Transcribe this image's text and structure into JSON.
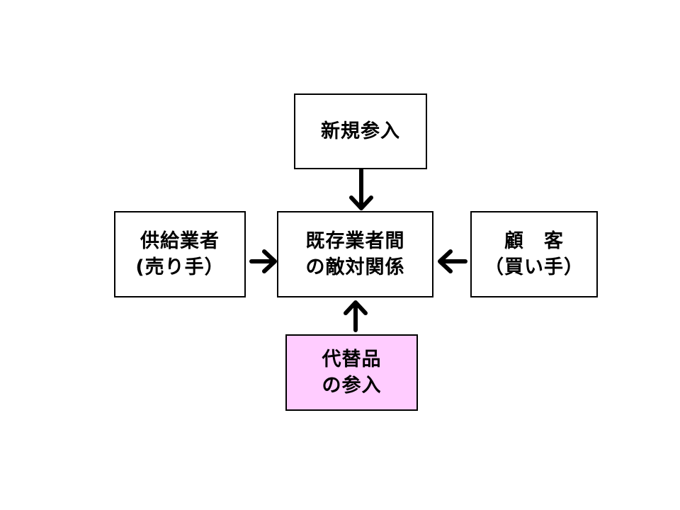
{
  "diagram": {
    "new_entrants": {
      "line1": "新規参入"
    },
    "rivalry": {
      "line1": "既存業者間",
      "line2": "の敵対関係"
    },
    "suppliers": {
      "line1": "供給業者",
      "line2": "(売り手）"
    },
    "buyers": {
      "line1": "顧　客",
      "line2": "（買い手）"
    },
    "substitutes": {
      "line1": "代替品",
      "line2": "の参入"
    }
  },
  "colors": {
    "border": "#000000",
    "box_fill": "#ffffff",
    "substitutes_fill": "#ffccff",
    "arrow": "#000000"
  }
}
